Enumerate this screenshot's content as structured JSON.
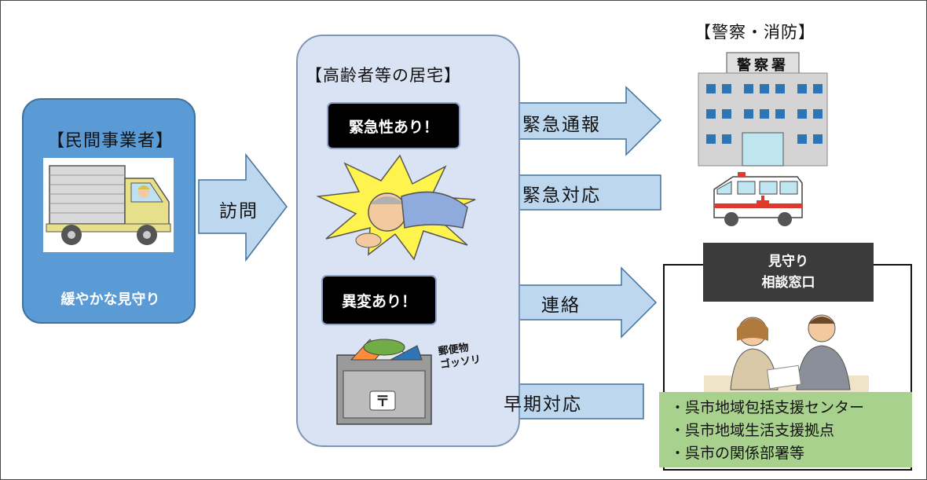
{
  "private_operator": {
    "title": "【民間事業者】",
    "caption": "緩やかな見守り"
  },
  "visit_label": "訪問",
  "residence": {
    "title": "【高齢者等の居宅】",
    "urgent_badge": "緊急性あり！",
    "anomaly_badge": "異変あり！",
    "mailbox_note_line1": "郵便物",
    "mailbox_note_line2": "ゴッソリ"
  },
  "police_fire": {
    "title": "【警察・消防】",
    "station_sign": "警察署"
  },
  "flows": {
    "emergency_call": "緊急通報",
    "emergency_response": "緊急対応",
    "contact": "連絡",
    "early_response": "早期対応"
  },
  "consultation_desk": {
    "header_line1": "見守り",
    "header_line2": "相談窓口",
    "items": [
      "・呉市地域包括支援センター",
      "・呉市地域生活支援拠点",
      "・呉市の関係部署等"
    ]
  },
  "colors": {
    "operator_fill": "#5b9bd5",
    "residence_fill": "#dae3f3",
    "arrow_fill": "#bdd7ee",
    "desk_list_fill": "#a9d18e",
    "desk_header_fill": "#3b3b3b"
  }
}
